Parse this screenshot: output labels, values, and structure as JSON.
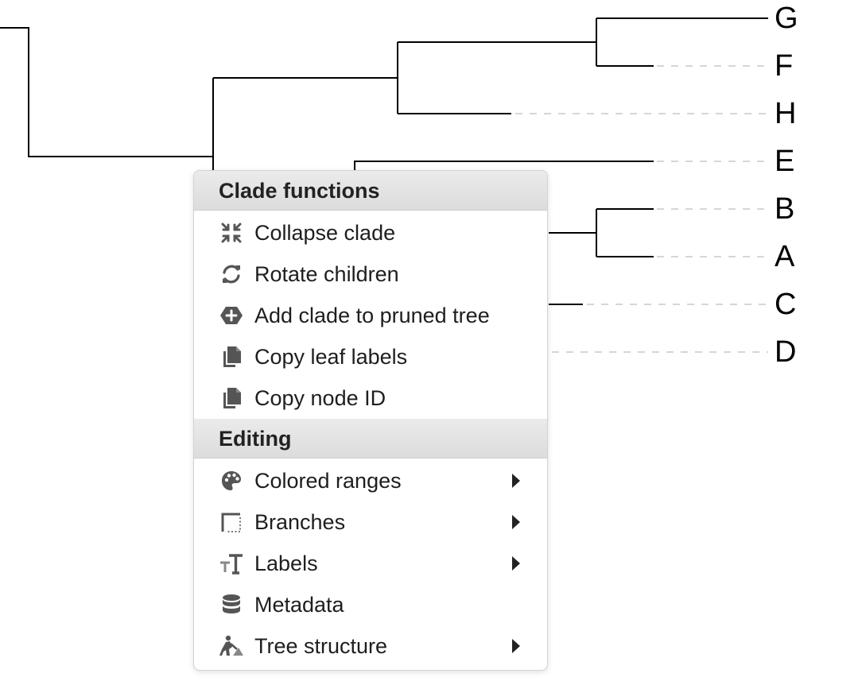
{
  "tree": {
    "leaves": [
      "G",
      "F",
      "H",
      "E",
      "B",
      "A",
      "C",
      "D"
    ]
  },
  "menu": {
    "sections": [
      {
        "title": "Clade functions",
        "items": [
          {
            "label": "Collapse clade",
            "icon": "collapse-icon",
            "submenu": false
          },
          {
            "label": "Rotate children",
            "icon": "rotate-icon",
            "submenu": false
          },
          {
            "label": "Add clade to pruned tree",
            "icon": "add-hexagon-icon",
            "submenu": false
          },
          {
            "label": "Copy leaf labels",
            "icon": "copy-icon",
            "submenu": false
          },
          {
            "label": "Copy node ID",
            "icon": "copy-icon",
            "submenu": false
          }
        ]
      },
      {
        "title": "Editing",
        "items": [
          {
            "label": "Colored ranges",
            "icon": "palette-icon",
            "submenu": true
          },
          {
            "label": "Branches",
            "icon": "branches-icon",
            "submenu": true
          },
          {
            "label": "Labels",
            "icon": "text-size-icon",
            "submenu": true
          },
          {
            "label": "Metadata",
            "icon": "database-icon",
            "submenu": false
          },
          {
            "label": "Tree structure",
            "icon": "person-digging-icon",
            "submenu": true
          }
        ]
      }
    ]
  },
  "colors": {
    "branch": "#000000",
    "guide": "#c8c8c8",
    "icon": "#555555",
    "header_bg": "#e4e4e4"
  }
}
